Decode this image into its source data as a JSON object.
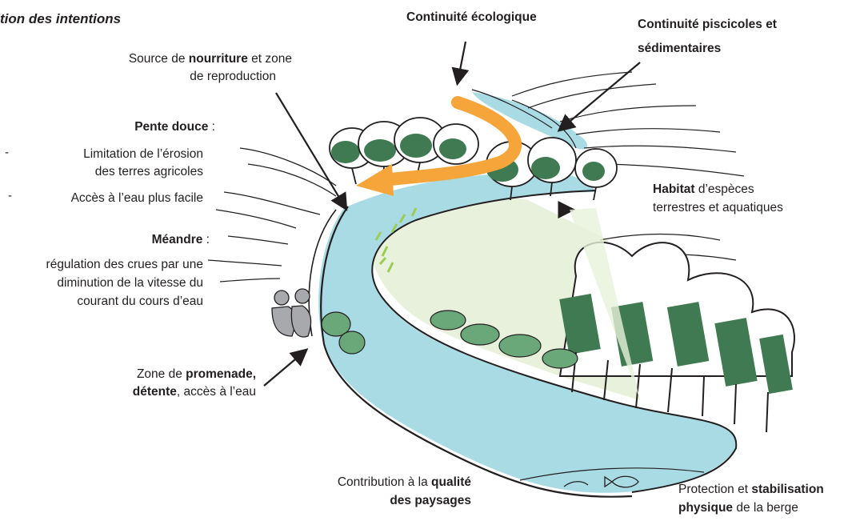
{
  "title": "tion des intentions",
  "labels": {
    "continuite_eco": "Continuité écologique",
    "continuite_pisci_1": "Continuité piscicoles et",
    "continuite_pisci_2": "sédimentaires",
    "source_pre": "Source de ",
    "source_bold": "nourriture",
    "source_post": " et zone",
    "source_line2": "de reproduction",
    "pente_bold": "Pente douce",
    "pente_colon": " :",
    "pente_item1_line1": "Limitation de l’érosion",
    "pente_item1_line2": "des terres agricoles",
    "pente_item2": "Accès à l’eau plus facile",
    "dash": "-",
    "habitat_bold": "Habitat",
    "habitat_post": " d’espèces",
    "habitat_line2": "terrestres et aquatiques",
    "meandre_bold": "Méandre",
    "meandre_colon": " :",
    "meandre_line1": "régulation des crues par une",
    "meandre_line2": "diminution de la vitesse du",
    "meandre_line3": "courant du cours d’eau",
    "promenade_pre": "Zone de ",
    "promenade_bold": "promenade,",
    "promenade_bold2": "détente",
    "promenade_post": ", accès à l’eau",
    "qualite_pre": "Contribution à la ",
    "qualite_bold": "qualité",
    "qualite_line2": "des paysages",
    "protection_pre": "Protection et ",
    "protection_bold": "stabilisation",
    "protection_bold2": "physique",
    "protection_post": " de la berge"
  },
  "colors": {
    "water": "#a9dbe5",
    "meadow": "#e7f1db",
    "tree_green": "#3f7a52",
    "bush_green": "#6aa87a",
    "arrow_orange": "#f6a53a",
    "grass": "#9acd52",
    "people_gray": "#a7a9ac"
  }
}
